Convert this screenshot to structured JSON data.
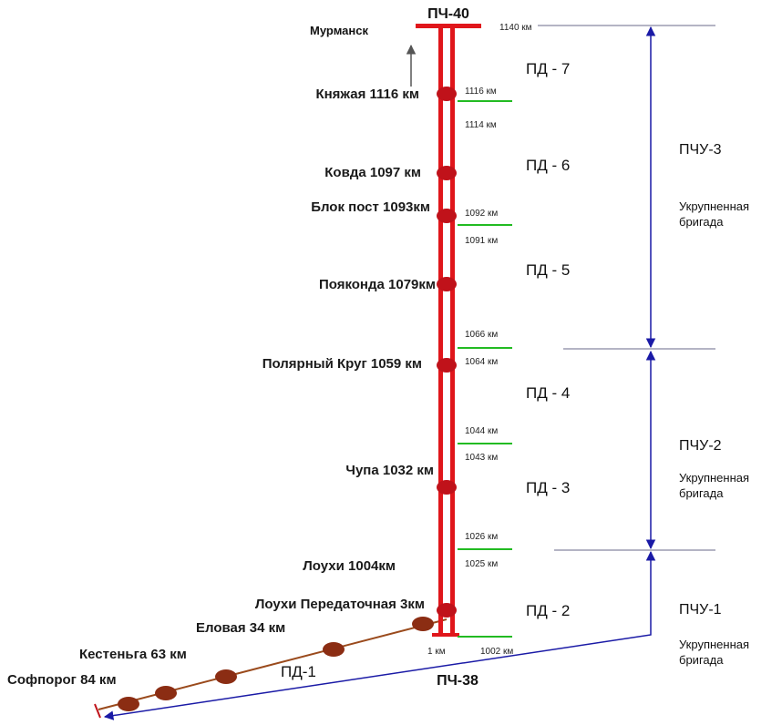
{
  "title": "ПЧ-40",
  "bottom_label": "ПЧ-38",
  "direction_label": "Мурманск",
  "stations": [
    "Княжая 1116 км",
    "Ковда 1097 км",
    "Блок пост 1093км",
    "Пояконда 1079км",
    "Полярный Круг 1059 км",
    "Чупа 1032 км",
    "Лоухи 1004км",
    "Лоухи Передаточная 3км"
  ],
  "branch_stations": [
    "Еловая 34 км",
    "Кестеньга  63 км",
    "Софпорог 84 км"
  ],
  "branch_label": "ПД-1",
  "km_marks": [
    "1140 км",
    "1116 км",
    "1114 км",
    "1092 км",
    "1091 км",
    "1066 км",
    "1064 км",
    "1044 км",
    "1043 км",
    "1026 км",
    "1025 км",
    "1 км",
    "1002 км"
  ],
  "pd_labels": [
    "ПД - 7",
    "ПД - 6",
    "ПД - 5",
    "ПД - 4",
    "ПД - 3",
    "ПД - 2"
  ],
  "pchu": [
    {
      "name": "ПЧУ-3",
      "brigade": [
        "Укрупненная",
        "бригада"
      ]
    },
    {
      "name": "ПЧУ-2",
      "brigade": [
        "Укрупненная",
        "бригада"
      ]
    },
    {
      "name": "ПЧУ-1",
      "brigade": [
        "Укрупненная",
        "бригада"
      ]
    }
  ],
  "colors": {
    "main_line": "#e0161b",
    "station_dot": "#c0121a",
    "branch_dot": "#8b2d13",
    "branch_line": "#9a4a1c",
    "boundary": "#22bb22",
    "blue_arrow": "#1a1aa6",
    "divider": "#6a6a8a"
  }
}
